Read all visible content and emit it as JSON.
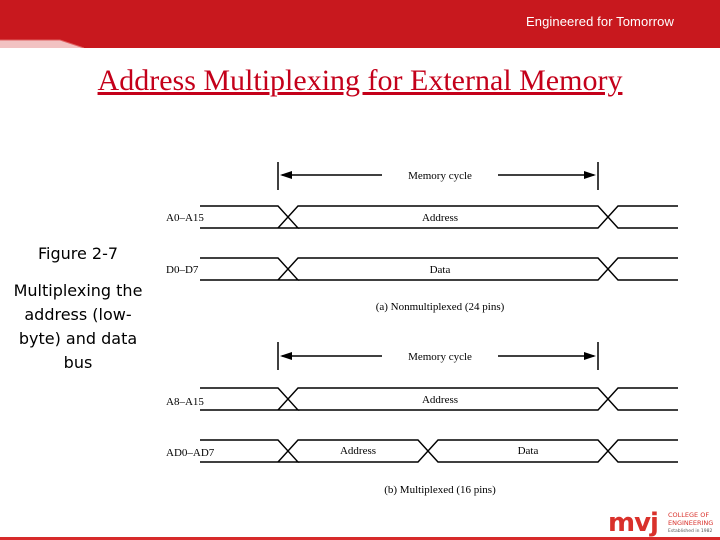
{
  "header": {
    "tagline": "Engineered for Tomorrow",
    "brand_color": "#c8181e"
  },
  "slide": {
    "title": "Address Multiplexing for External Memory",
    "title_color": "#c4001a"
  },
  "caption": {
    "figure_label": "Figure 2-7",
    "description": "Multiplexing the address (low-byte) and data bus"
  },
  "diagram": {
    "part_a": {
      "cycle_label": "Memory cycle",
      "signals": [
        {
          "name": "A0–A15",
          "segments": [
            "Address"
          ]
        },
        {
          "name": "D0–D7",
          "segments": [
            "Data"
          ]
        }
      ],
      "caption": "(a) Nonmultiplexed (24 pins)"
    },
    "part_b": {
      "cycle_label": "Memory cycle",
      "signals": [
        {
          "name": "A8–A15",
          "segments": [
            "Address"
          ]
        },
        {
          "name": "AD0–AD7",
          "segments": [
            "Address",
            "Data"
          ]
        }
      ],
      "caption": "(b) Multiplexed (16 pins)"
    }
  },
  "logo": {
    "text": "mvj",
    "college_line1": "COLLEGE OF",
    "college_line2": "ENGINEERING",
    "tagline": "Established in 1982"
  }
}
